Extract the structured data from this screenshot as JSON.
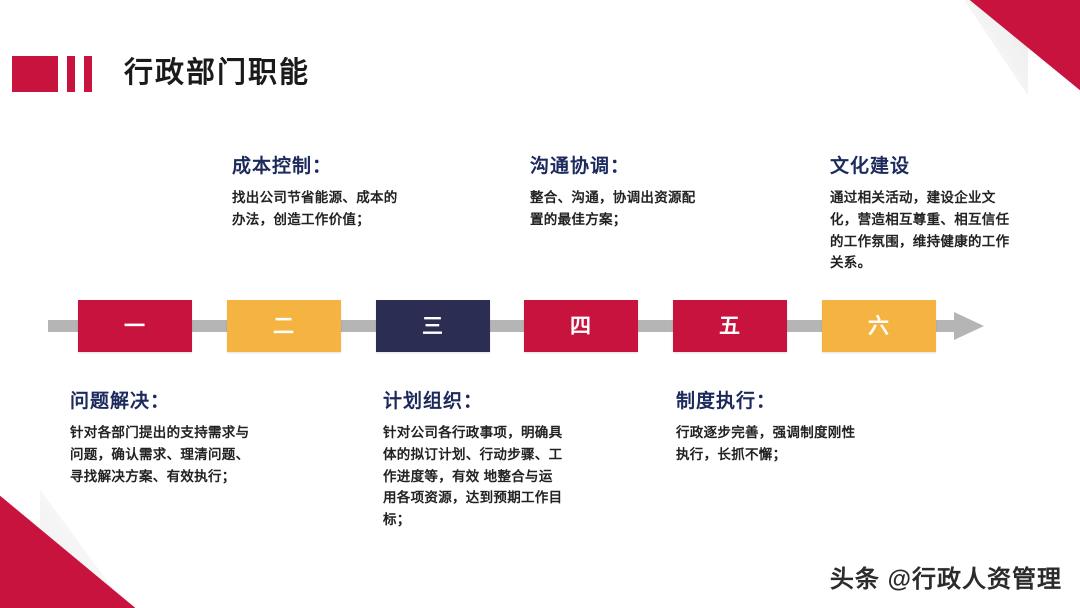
{
  "header": {
    "title": "行政部门职能",
    "accent_color": "#c8133f"
  },
  "theme": {
    "crimson": "#c8133f",
    "amber": "#f5b342",
    "navy": "#2b2d52",
    "heading_blue": "#1c2a5c",
    "line_gray": "#b5b5b5",
    "body_text": "#222222"
  },
  "timeline": {
    "steps": [
      {
        "label": "一",
        "color": "#c8133f"
      },
      {
        "label": "二",
        "color": "#f5b342"
      },
      {
        "label": "三",
        "color": "#2b2d52"
      },
      {
        "label": "四",
        "color": "#c8133f"
      },
      {
        "label": "五",
        "color": "#c8133f"
      },
      {
        "label": "六",
        "color": "#f5b342"
      }
    ]
  },
  "blocks_top": [
    {
      "title": "成本控制：",
      "body": "找出公司节省能源、成本的办法，创造工作价值；"
    },
    {
      "title": "沟通协调：",
      "body": "整合、沟通，协调出资源配置的最佳方案；"
    },
    {
      "title": "文化建设",
      "body": "通过相关活动，建设企业文化，营造相互尊重、相互信任的工作氛围，维持健康的工作关系。"
    }
  ],
  "blocks_bottom": [
    {
      "title": "问题解决：",
      "body": "针对各部门提出的支持需求与问题，确认需求、理清问题、寻找解决方案、有效执行；"
    },
    {
      "title": "计划组织：",
      "body": "针对公司各行政事项，明确具体的拟订计划、行动步骤、工作进度等，有效 地整合与运用各项资源，达到预期工作目标；"
    },
    {
      "title": "制度执行：",
      "body": "行政逐步完善，强调制度刚性执行，长抓不懈；"
    }
  ],
  "watermark": {
    "text": "头条 @行政人资管理"
  }
}
